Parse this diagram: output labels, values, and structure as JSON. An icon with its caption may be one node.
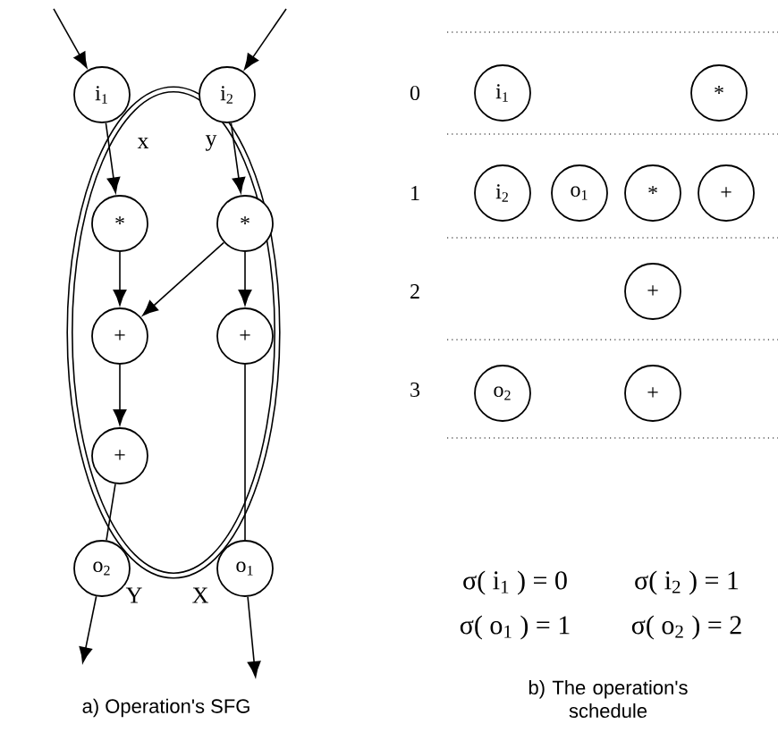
{
  "diagram": {
    "nodes": [
      {
        "text": [
          "i$_{1}$"
        ]
      },
      {
        "text": [
          "i$_{2}$"
        ]
      },
      {
        "text": [
          "*"
        ]
      },
      {
        "text": [
          "*"
        ]
      },
      {
        "text": [
          "+"
        ]
      },
      {
        "text": [
          "+"
        ]
      },
      {
        "text": [
          "+"
        ]
      },
      {
        "text": [
          "o$_{2}$"
        ]
      },
      {
        "text": [
          "o$_{1}$"
        ]
      },
      {
        "text": [
          "i$_{1}$"
        ]
      },
      {
        "text": [
          "*"
        ]
      },
      {
        "text": [
          "i$_{2}$"
        ]
      },
      {
        "text": [
          "o$_{1}$"
        ]
      },
      {
        "text": [
          "*"
        ]
      },
      {
        "text": [
          "+"
        ]
      },
      {
        "text": [
          "+"
        ]
      },
      {
        "text": [
          "o$_{2}$"
        ]
      },
      {
        "text": [
          "+"
        ]
      }
    ],
    "edges": [
      {
        "from": null,
        "to": 0,
        "arrow": "to"
      },
      {
        "from": null,
        "to": 1,
        "arrow": "to"
      },
      {
        "from": 0,
        "to": 2,
        "arrow": "to",
        "label": "x"
      },
      {
        "from": 1,
        "to": 3,
        "arrow": "to",
        "label": "y"
      },
      {
        "from": 2,
        "to": 4,
        "arrow": "to"
      },
      {
        "from": 3,
        "to": 4,
        "arrow": "to"
      },
      {
        "from": 3,
        "to": 5,
        "arrow": "to"
      },
      {
        "from": 4,
        "to": 6,
        "arrow": "to"
      },
      {
        "from": 6,
        "to": 7,
        "arrow": "none"
      },
      {
        "from": 5,
        "to": 8,
        "arrow": "none"
      },
      {
        "from": 7,
        "to": null,
        "arrow": "to",
        "label": "Y"
      },
      {
        "from": 8,
        "to": null,
        "arrow": "to",
        "label": "X"
      }
    ],
    "labels": [
      "0",
      "1",
      "2",
      "3",
      "σ( i$_{1}$ ) = 0",
      "σ( i$_{2}$ ) = 1",
      "σ( o$_{1}$ ) = 1",
      "σ( o$_{2}$ ) = 2",
      "a) Operation's SFG",
      "b) The operation's schedule"
    ]
  }
}
